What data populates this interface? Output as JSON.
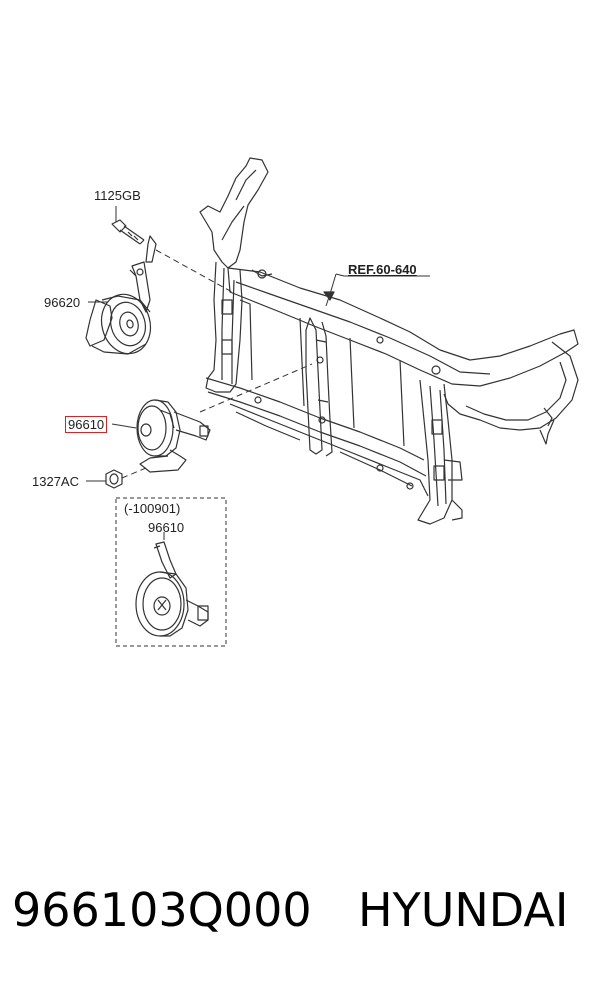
{
  "labels": {
    "bolt": "1125GB",
    "horn_low": "96620",
    "horn_high": "96610",
    "nut": "1327AC",
    "ref": "REF.60-640",
    "variant_range": "(-100901)",
    "variant_part": "96610"
  },
  "footer": {
    "part_number": "966103Q000",
    "brand": "HYUNDAI"
  },
  "colors": {
    "line": "#333333",
    "highlight": "#e02020"
  }
}
